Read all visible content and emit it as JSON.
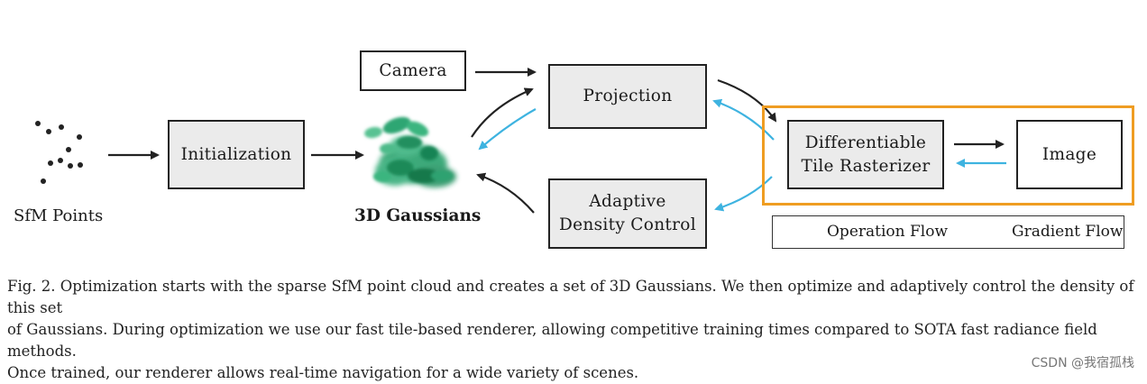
{
  "diagram": {
    "sfm_label": "SfM Points",
    "gaussians_label": "3D Gaussians",
    "boxes": {
      "initialization": "Initialization",
      "camera": "Camera",
      "projection": "Projection",
      "adaptive_line1": "Adaptive",
      "adaptive_line2": "Density Control",
      "rasterizer_line1": "Differentiable",
      "rasterizer_line2": "Tile Rasterizer",
      "image": "Image"
    },
    "legend": {
      "operation": "Operation Flow",
      "gradient": "Gradient Flow"
    },
    "colors": {
      "operation_arrow": "#222222",
      "gradient_arrow": "#3eb3e0",
      "highlight": "#ef9d22",
      "box_fill": "#ebebeb",
      "gaussian": "#1f9b64"
    }
  },
  "caption": {
    "line1": "Fig. 2.  Optimization starts with the sparse SfM point cloud and creates a set of 3D Gaussians. We then optimize and adaptively control the density of this set",
    "line2": "of Gaussians. During optimization we use our fast tile-based renderer, allowing competitive training times compared to SOTA fast radiance field methods.",
    "line3": "Once trained, our renderer allows real-time navigation for a wide variety of scenes."
  },
  "watermark": "CSDN @我宿孤栈"
}
